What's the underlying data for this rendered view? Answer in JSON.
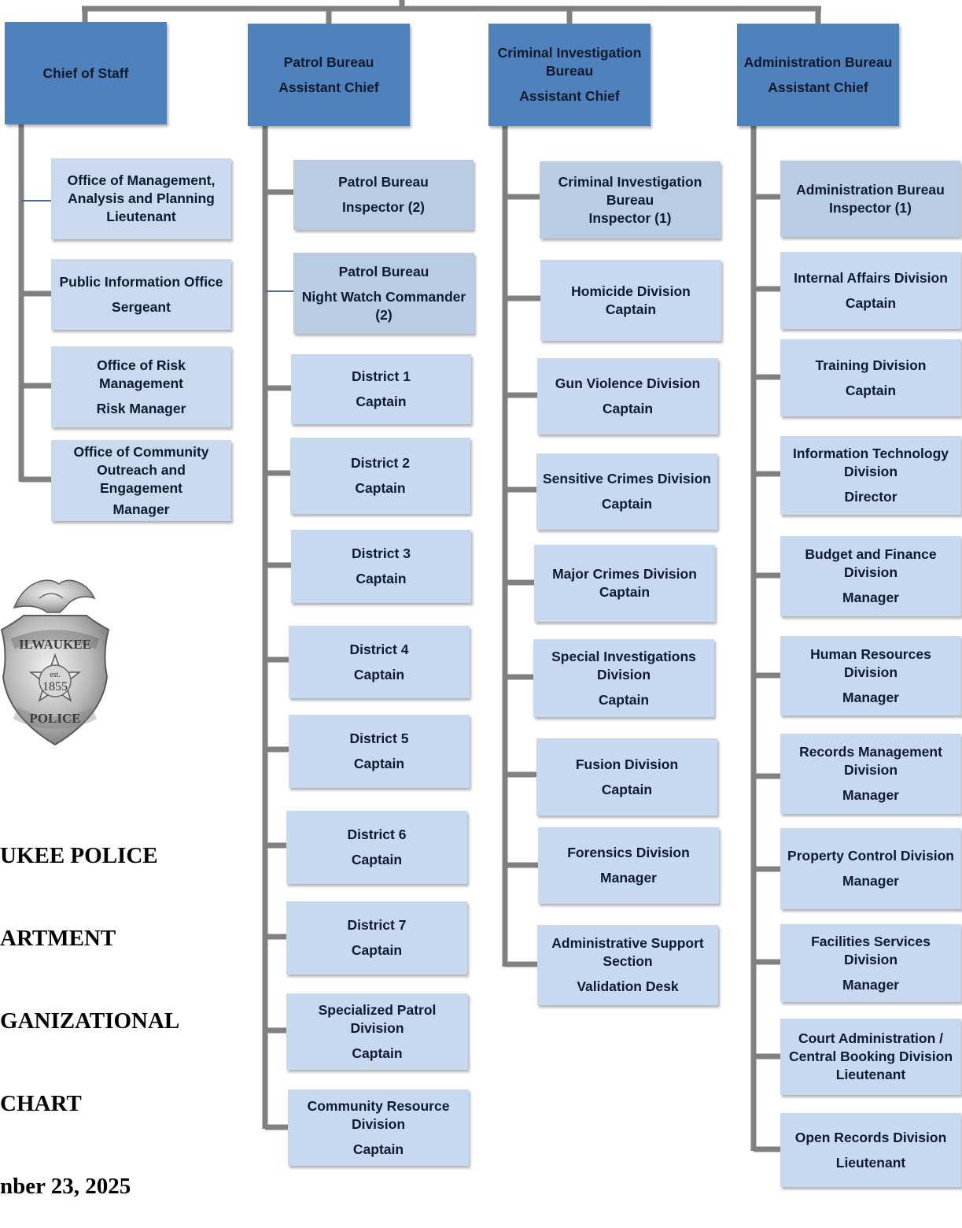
{
  "heads": [
    {
      "line1": "Chief of Staff",
      "line2": ""
    },
    {
      "line1": "Patrol Bureau",
      "line2": "Assistant Chief"
    },
    {
      "line1": "Criminal Investigation\nBureau",
      "line2": "Assistant Chief"
    },
    {
      "line1": "Administration Bureau",
      "line2": "Assistant Chief"
    }
  ],
  "staff": [
    {
      "line1": "Office of Management,\nAnalysis and Planning\nLieutenant",
      "line2": ""
    },
    {
      "line1": "Public Information Office",
      "line2": "Sergeant"
    },
    {
      "line1": "Office of Risk\nManagement",
      "line2": "Risk Manager"
    },
    {
      "line1": "Office of Community\nOutreach and\nEngagement",
      "line2": "Manager"
    }
  ],
  "patrol": [
    {
      "line1": "Patrol Bureau",
      "line2": "Inspector (2)"
    },
    {
      "line1": "Patrol Bureau",
      "line2": "Night Watch Commander\n(2)"
    },
    {
      "line1": "District 1",
      "line2": "Captain"
    },
    {
      "line1": "District 2",
      "line2": "Captain"
    },
    {
      "line1": "District 3",
      "line2": "Captain"
    },
    {
      "line1": "District 4",
      "line2": "Captain"
    },
    {
      "line1": "District 5",
      "line2": "Captain"
    },
    {
      "line1": "District 6",
      "line2": "Captain"
    },
    {
      "line1": "District 7",
      "line2": "Captain"
    },
    {
      "line1": "Specialized Patrol\nDivision",
      "line2": "Captain"
    },
    {
      "line1": "Community Resource\nDivision",
      "line2": "Captain"
    }
  ],
  "criminal": [
    {
      "line1": "Criminal Investigation\nBureau\nInspector (1)",
      "line2": ""
    },
    {
      "line1": "Homicide Division\nCaptain",
      "line2": ""
    },
    {
      "line1": "Gun Violence Division",
      "line2": "Captain"
    },
    {
      "line1": "Sensitive Crimes Division",
      "line2": "Captain"
    },
    {
      "line1": "Major Crimes Division\nCaptain",
      "line2": ""
    },
    {
      "line1": "Special Investigations\nDivision",
      "line2": "Captain"
    },
    {
      "line1": "Fusion Division",
      "line2": "Captain"
    },
    {
      "line1": "Forensics Division",
      "line2": "Manager"
    },
    {
      "line1": "Administrative Support\nSection",
      "line2": "Validation Desk"
    }
  ],
  "admin": [
    {
      "line1": "Administration Bureau\nInspector (1)",
      "line2": ""
    },
    {
      "line1": "Internal Affairs Division",
      "line2": "Captain"
    },
    {
      "line1": "Training Division",
      "line2": "Captain"
    },
    {
      "line1": "Information Technology\nDivision",
      "line2": "Director"
    },
    {
      "line1": "Budget and Finance\nDivision",
      "line2": "Manager"
    },
    {
      "line1": "Human Resources\nDivision",
      "line2": "Manager"
    },
    {
      "line1": "Records Management\nDivision",
      "line2": "Manager"
    },
    {
      "line1": "Property Control Division",
      "line2": "Manager"
    },
    {
      "line1": "Facilities Services\nDivision",
      "line2": "Manager"
    },
    {
      "line1": "Court Administration /\nCentral Booking Division\nLieutenant",
      "line2": ""
    },
    {
      "line1": "Open Records Division",
      "line2": "Lieutenant"
    }
  ],
  "title": {
    "line1": "UKEE POLICE",
    "line2": "ARTMENT",
    "line3": "GANIZATIONAL",
    "line4": "CHART",
    "line5": "nber 23, 2025"
  },
  "badge": {
    "text_top": "ILWAUKEE",
    "text_est": "est.",
    "text_year": "1855",
    "text_bottom": "POLICE"
  },
  "colors": {
    "head": "#4f81bd",
    "sub": "#b8cce4",
    "leaf": "#c6d9f1",
    "line": "#7f7f7f"
  }
}
